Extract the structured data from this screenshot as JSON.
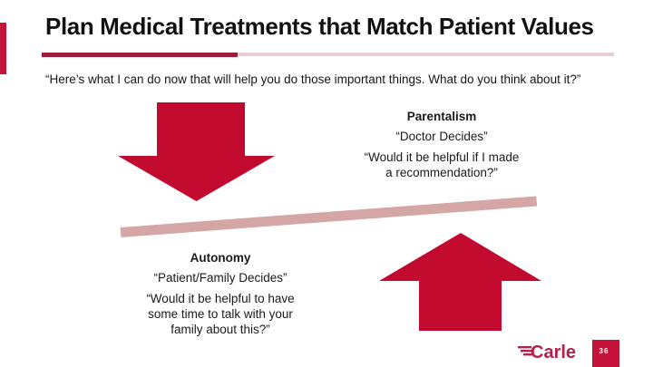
{
  "slide": {
    "title": "Plan Medical Treatments that Match Patient Values",
    "quote": "“Here’s what I can do now that will help you do those important things. What do you think about it?”",
    "page_number": "36",
    "logo_text": "Carle"
  },
  "parentalism": {
    "heading": "Parentalism",
    "subtitle": "“Doctor Decides”",
    "question": "“Would it be helpful if I made\na recommendation?”"
  },
  "autonomy": {
    "heading": "Autonomy",
    "subtitle": "“Patient/Family Decides”",
    "question": "“Would it be helpful to have\nsome time to talk with your\nfamily about this?”"
  },
  "colors": {
    "arrow_red": "#C20A2F",
    "accent_bar_red": "#C3143C",
    "underline_dark": "#9E1B3B",
    "underline_light": "#E8CDD4",
    "seesaw_pink": "#D5A6A6",
    "logo_red": "#B2224A",
    "page_badge_red": "#C41238",
    "text_color": "#1A1A1A"
  }
}
